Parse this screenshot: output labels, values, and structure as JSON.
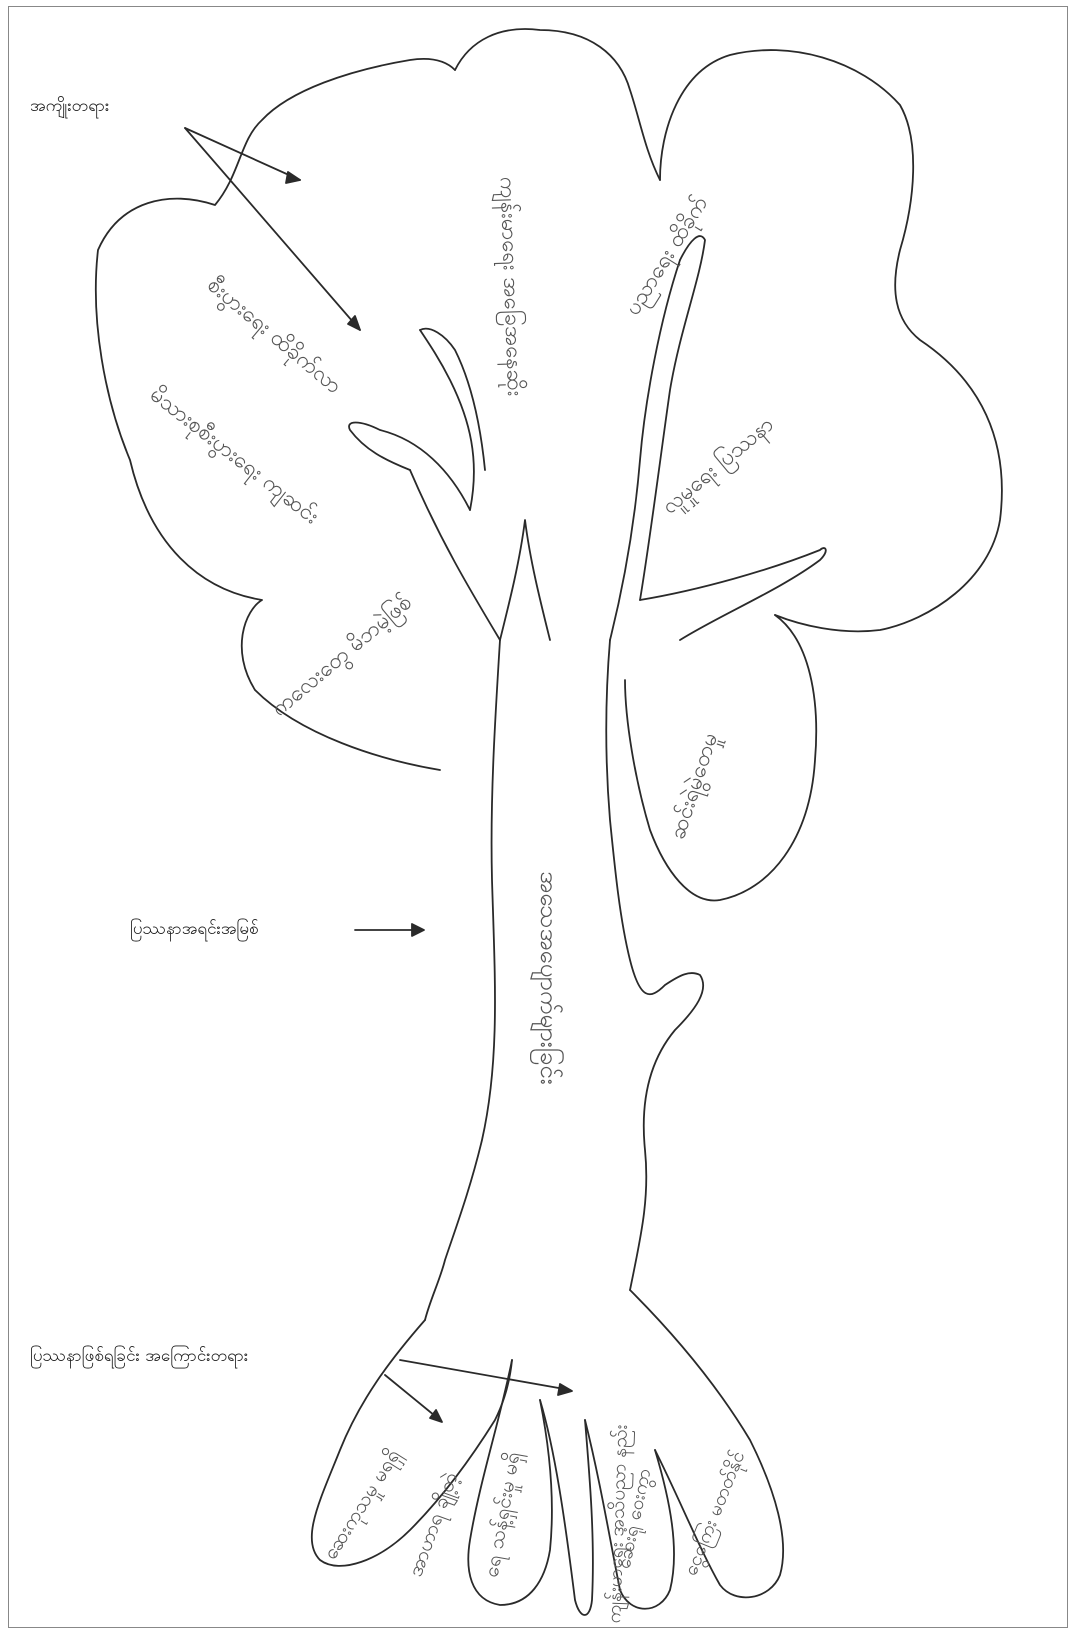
{
  "labels": {
    "fruits": "အကျိုးတရား",
    "root_problem": "ပြဿနာအရင်းအမြစ်",
    "causes": "ပြဿနာဖြစ်ရခြင်း အကြောင်းတရား"
  },
  "trunk": {
    "text": "အသေအပျောက်များခြင်း"
  },
  "leaves": [
    "ကလေးတွေ မိဘမဲ့ဖြစ်",
    "မိသားစုစီးပွားရေး ကျဆင်း",
    "စီးပွားရေး ထိခိုက်လာ",
    "ကျန်းမာရေး အခြေအနေဆိုး",
    "ပညာရေး ထိခိုက်",
    "လူမှုရေး ပြဿနာ",
    "ဆင်းရဲမွဲတေမှု"
  ],
  "roots": [
    "ဆေးကုသမှု မရရှိ",
    "အာဟာရ ချို့တဲ့",
    "ရေ သန့်ရှင်းမှု မရှိ",
    "ကျန်းမာရေး အသိပညာ နည်း",
    "ဆေးရုံ ဝေးကွာ",
    "ငွေကြေး မတတ်နိုင်"
  ],
  "colors": {
    "line": "#2a2a2a",
    "handwriting": "#555555",
    "frame": "#888888"
  }
}
